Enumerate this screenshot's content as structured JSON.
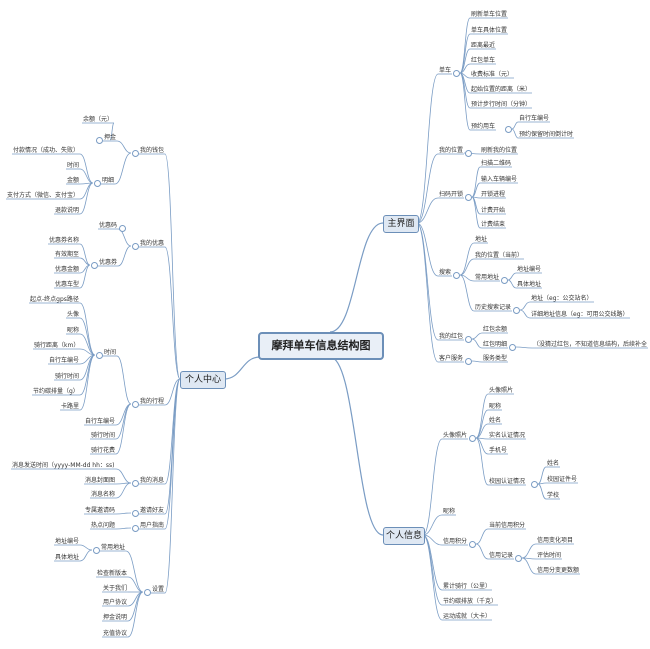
{
  "root": "摩拜单车信息结构图",
  "branches": {
    "main": "主界面",
    "center": "个人中心",
    "info": "个人信息"
  },
  "main": {
    "bike": "单车",
    "bike_items": [
      "刷新单车位置",
      "单车具体位置",
      "距离最近",
      "红包单车",
      "收费标准（元）",
      "起始位置的距离（米）",
      "预计步行时间（分钟）",
      "预约用车"
    ],
    "reserve_items": [
      "自行车编号",
      "预约保留时间倒计时"
    ],
    "my_location": "我的位置",
    "refresh_location": "刷新我的位置",
    "scan_unlock": "扫码开锁",
    "scan_items": [
      "扫描二维码",
      "输入车辆编号",
      "开锁进程",
      "计费开始",
      "计费结束"
    ],
    "search": "搜索",
    "address": "地址",
    "my_position_now": "我的位置（当前）",
    "common_address": "常用地址",
    "common_items": [
      "地址编号",
      "具体地址"
    ],
    "history": "历史搜索记录",
    "history_items": [
      "地址（eg：公交站名）",
      "详细地址信息（eg：可用公交线路）"
    ],
    "redpacket": "我的红包",
    "redpacket_items": [
      "红包余额",
      "红包明细"
    ],
    "redpacket_note": "（没猜过红包，不知道信息结构，后续补全",
    "service": "客户服务",
    "service_type": "服务类型"
  },
  "center": {
    "wallet": "我的钱包",
    "deposit": "押金",
    "balance": "余额（元）",
    "detail": "明细",
    "detail_items": [
      "付款情况（成功、失败）",
      "时间",
      "金额",
      "支付方式（微信、支付宝）",
      "退款说明"
    ],
    "coupon": "我的优惠",
    "coupon_code": "优惠码",
    "voucher": "优惠券",
    "voucher_items": [
      "优惠券名称",
      "有效期至",
      "优惠金额",
      "优惠车型"
    ],
    "trip": "我的行程",
    "time": "时间",
    "time_items": [
      "起点-终点gps路径",
      "头像",
      "昵称",
      "骑行距离（km）",
      "自行车编号",
      "骑行时间",
      "节约碳排量（g）",
      "卡路里"
    ],
    "trip_items": [
      "自行车编号",
      "骑行时间",
      "骑行花费"
    ],
    "message": "我的消息",
    "message_items": [
      "消息发送时间（yyyy-MM-dd hh：ss)",
      "消息封面图",
      "消息名称"
    ],
    "invite": "邀请好友",
    "invite_code": "专属邀请码",
    "guide": "用户指南",
    "hot": "热点问题",
    "settings": "设置",
    "frequent_address": "常用地址",
    "frequent_items": [
      "地址编号",
      "具体地址"
    ],
    "settings_items": [
      "检查新版本",
      "关于我们",
      "用户协议",
      "押金说明",
      "充值协议"
    ]
  },
  "info": {
    "avatar": "头像照片",
    "avatar_items": [
      "头像照片",
      "昵称",
      "姓名",
      "实名认证情况",
      "手机号",
      "校园认证情况"
    ],
    "campus_items": [
      "姓名",
      "校园证件号",
      "学校"
    ],
    "nickname": "昵称",
    "credit": "信用积分",
    "current_credit": "当前信用积分",
    "credit_record": "信用记录",
    "record_items": [
      "信用变化项目",
      "评估时间",
      "信用分变更数额"
    ],
    "accum_ride": "累计骑行（公里）",
    "carbon": "节约碳排放（千克）",
    "sport": "运动成就（大卡）"
  }
}
